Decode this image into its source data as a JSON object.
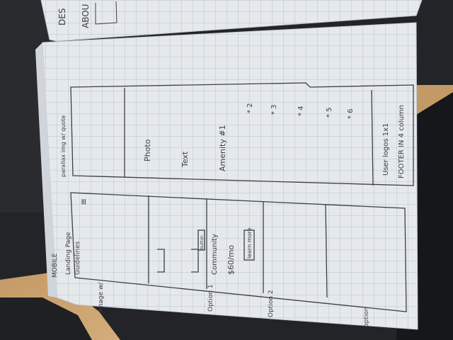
{
  "top_page": {
    "left_label": "DES",
    "about_label": "ABOU"
  },
  "mobile_sketch": {
    "side_title": "MOBILE",
    "title_line_1": "Landing Page",
    "title_line_2": "Guidelines",
    "hamburger": "≡",
    "side_notes": [
      "Image w/",
      "Option 1",
      "Option 2",
      "option"
    ],
    "card_button": "button",
    "community_title": "Community",
    "price": "$60/mo",
    "learn_more": "learn more"
  },
  "desktop_sketch": {
    "parallax_note": "parallax img w/ quote",
    "photo_label": "Photo",
    "text_label": "Text",
    "amenities_title": "Amenity #1",
    "amenity_markers": [
      "* 2",
      "* 3",
      "* 4",
      "* 5",
      "* 6"
    ],
    "logos_label": "User logos 1x1",
    "footer_label": "FOOTER IN 4 column"
  },
  "colors": {
    "paper": "#e6e9ec",
    "grid_line": "#a8b8ca",
    "ink": "#3b3f46",
    "table": "#c9a06c",
    "dark_object": "#1a1b1d"
  }
}
